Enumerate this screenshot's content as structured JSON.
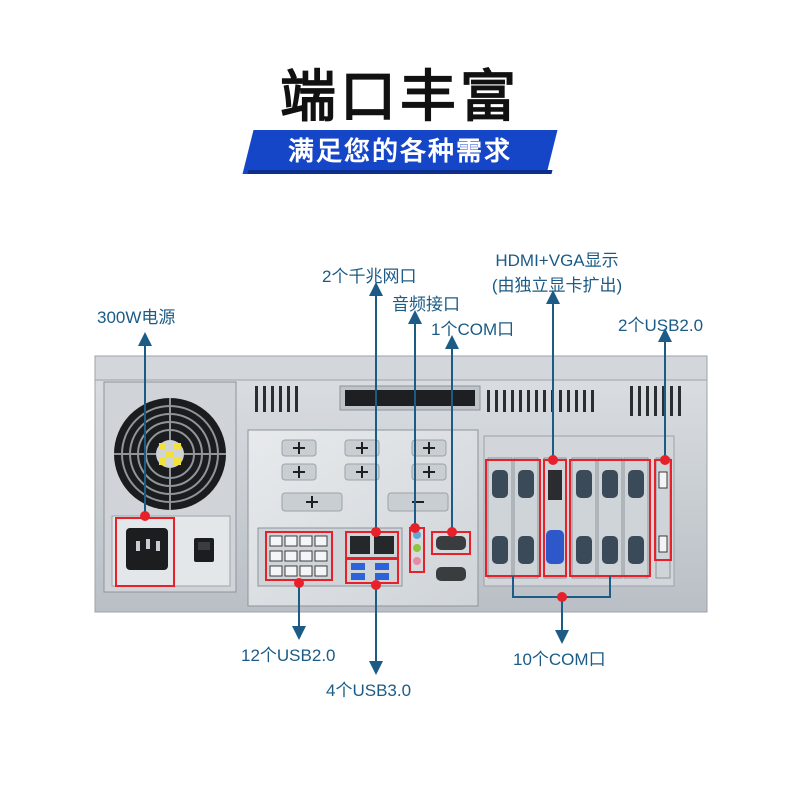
{
  "title": "端口丰富",
  "subtitle": "满足您的各种需求",
  "labels": {
    "power": "300W电源",
    "lan": "2个千兆网口",
    "audio": "音频接口",
    "com1": "1个COM口",
    "display_line1": "HDMI+VGA显示",
    "display_line2": "(由独立显卡扩出)",
    "usb2_side": "2个USB2.0",
    "usb2_back": "12个USB2.0",
    "usb3": "4个USB3.0",
    "com10": "10个COM口"
  },
  "colors": {
    "accent_blue": "#1646c8",
    "label_blue": "#1b5b86",
    "highlight_red": "#e8202a",
    "chassis": "#c9ced3"
  },
  "icons": [
    "fan-icon",
    "power-socket-icon",
    "power-switch-icon",
    "arrow-icon"
  ]
}
